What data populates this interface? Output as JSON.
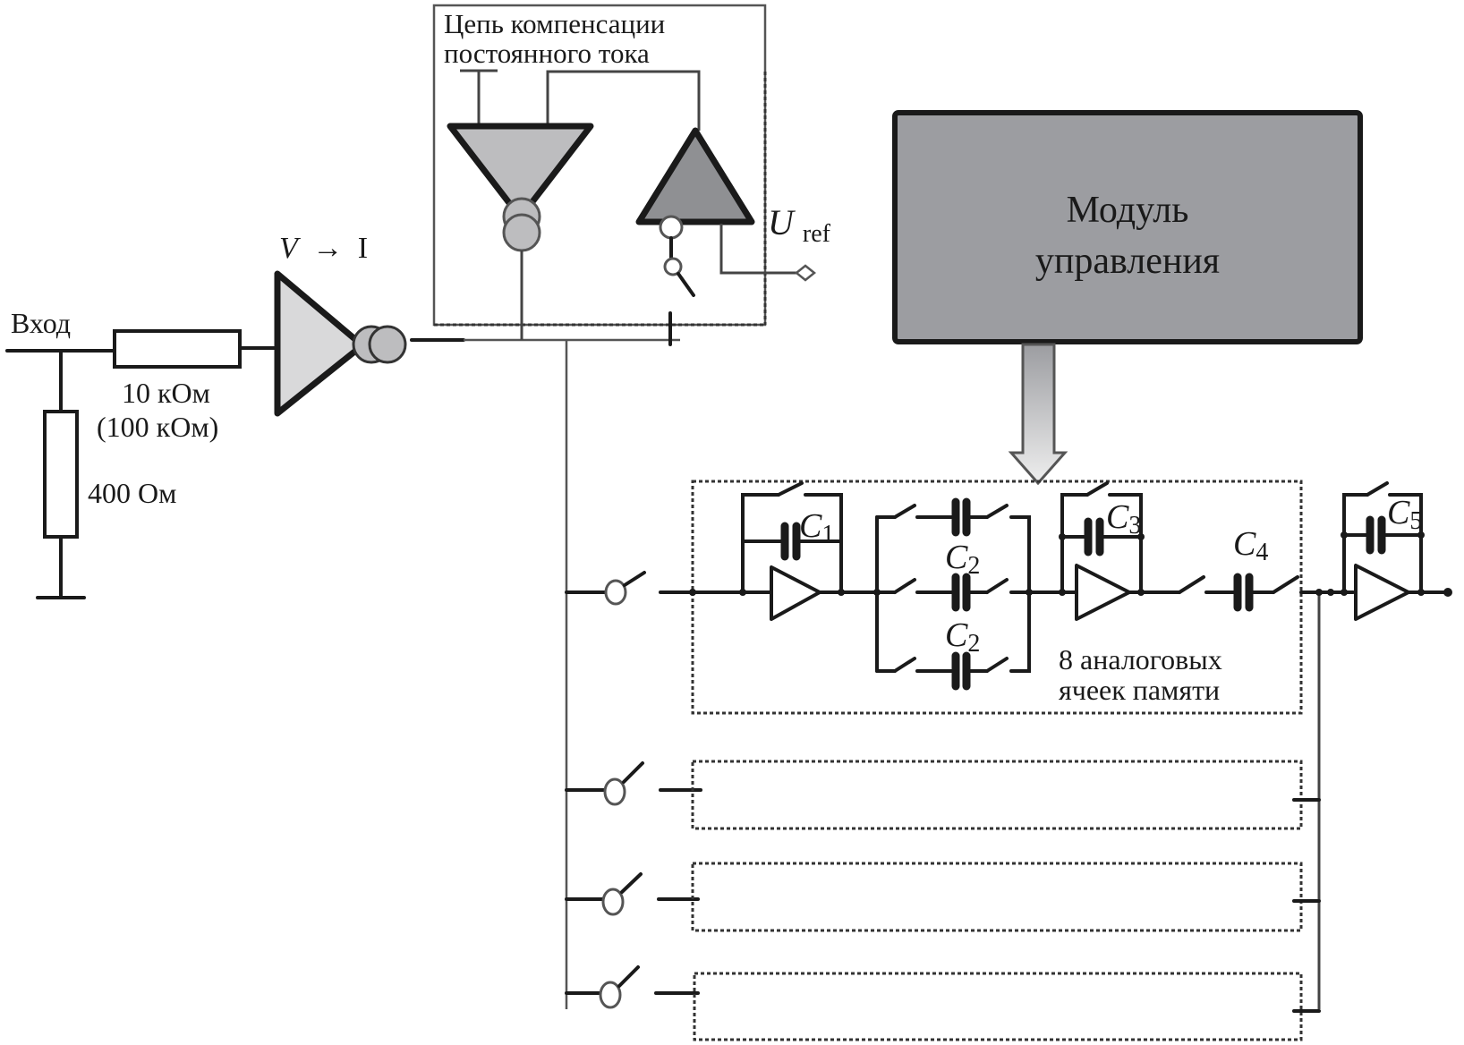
{
  "diagram": {
    "input": {
      "label": "Вход"
    },
    "resistors": {
      "series": {
        "label_line1": "10 кОм",
        "label_line2": "(100 кОм)"
      },
      "shunt": {
        "label": "400 Ом"
      }
    },
    "converter": {
      "label_v": "V",
      "label_arrow": "→",
      "label_i": "I"
    },
    "dc_compensation": {
      "title_line1": "Цепь компенсации",
      "title_line2": "постоянного тока",
      "reference": {
        "symbol": "U",
        "subscript": "ref"
      }
    },
    "control_module": {
      "title_line1": "Модуль",
      "title_line2": "управления",
      "fill_color": "#9c9da1"
    },
    "memory_cell": {
      "label_line1": "8 аналоговых",
      "label_line2": "ячеек памяти",
      "capacitors": [
        {
          "symbol": "C",
          "index": "1"
        },
        {
          "symbol": "C",
          "index": "2"
        },
        {
          "symbol": "C",
          "index": "2"
        },
        {
          "symbol": "C",
          "index": "3"
        },
        {
          "symbol": "C",
          "index": "4"
        }
      ],
      "output_capacitor": {
        "symbol": "C",
        "index": "5"
      },
      "channel_count_shown": 4
    },
    "colors": {
      "amp_light": "#d9d9da",
      "amp_mid": "#bdbdbf",
      "amp_dark": "#8f9093",
      "wire": "#1a1a1a"
    }
  }
}
